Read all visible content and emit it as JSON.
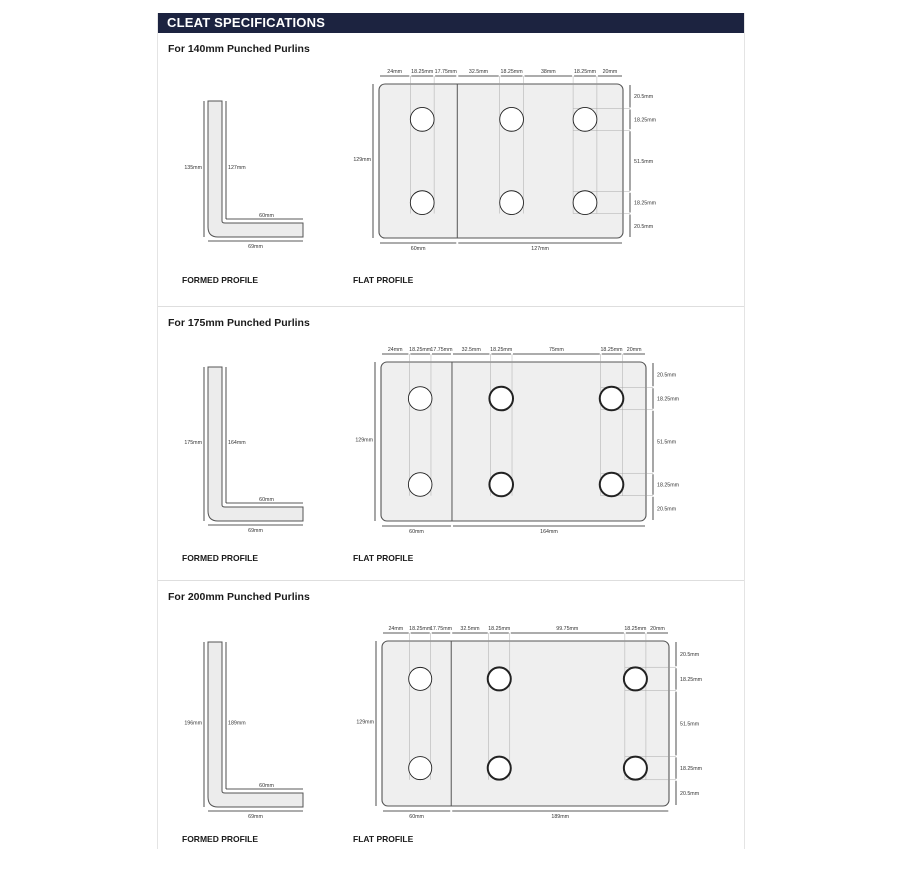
{
  "header": {
    "title": "CLEAT SPECIFICATIONS"
  },
  "sections": [
    {
      "title": "For 140mm Punched Purlins",
      "formed_caption": "FORMED PROFILE",
      "flat_caption": "FLAT PROFILE",
      "formed": {
        "outer_height": "135mm",
        "inner_height": "127mm",
        "inner_leg": "60mm",
        "outer_leg": "69mm"
      },
      "flat": {
        "height_label": "129mm",
        "top_dims": [
          {
            "label": "24mm",
            "mm": 24
          },
          {
            "label": "18.25mm",
            "mm": 18.25
          },
          {
            "label": "17.75mm",
            "mm": 17.75
          },
          {
            "label": "32.5mm",
            "mm": 32.5
          },
          {
            "label": "18.25mm",
            "mm": 18.25
          },
          {
            "label": "38mm",
            "mm": 38
          },
          {
            "label": "18.25mm",
            "mm": 18.25
          },
          {
            "label": "20mm",
            "mm": 20
          }
        ],
        "right_dims": [
          {
            "label": "20.5mm",
            "mm": 20.5
          },
          {
            "label": "18.25mm",
            "mm": 18.25
          },
          {
            "label": "51.5mm",
            "mm": 51.5
          },
          {
            "label": "18.25mm",
            "mm": 18.25
          },
          {
            "label": "20.5mm",
            "mm": 20.5
          }
        ],
        "bottom_dims": [
          {
            "label": "60mm",
            "mm": 60
          },
          {
            "label": "127mm",
            "mm": 127
          }
        ],
        "punched_holes": false
      }
    },
    {
      "title": "For 175mm Punched Purlins",
      "formed_caption": "FORMED PROFILE",
      "flat_caption": "FLAT PROFILE",
      "formed": {
        "outer_height": "175mm",
        "inner_height": "164mm",
        "inner_leg": "60mm",
        "outer_leg": "69mm"
      },
      "flat": {
        "height_label": "129mm",
        "top_dims": [
          {
            "label": "24mm",
            "mm": 24
          },
          {
            "label": "18.25mm",
            "mm": 18.25
          },
          {
            "label": "17.75mm",
            "mm": 17.75
          },
          {
            "label": "32.5mm",
            "mm": 32.5
          },
          {
            "label": "18.25mm",
            "mm": 18.25
          },
          {
            "label": "75mm",
            "mm": 75
          },
          {
            "label": "18.25mm",
            "mm": 18.25
          },
          {
            "label": "20mm",
            "mm": 20
          }
        ],
        "right_dims": [
          {
            "label": "20.5mm",
            "mm": 20.5
          },
          {
            "label": "18.25mm",
            "mm": 18.25
          },
          {
            "label": "51.5mm",
            "mm": 51.5
          },
          {
            "label": "18.25mm",
            "mm": 18.25
          },
          {
            "label": "20.5mm",
            "mm": 20.5
          }
        ],
        "bottom_dims": [
          {
            "label": "60mm",
            "mm": 60
          },
          {
            "label": "164mm",
            "mm": 164
          }
        ],
        "punched_holes": true
      }
    },
    {
      "title": "For 200mm Punched Purlins",
      "formed_caption": "FORMED PROFILE",
      "flat_caption": "FLAT PROFILE",
      "formed": {
        "outer_height": "196mm",
        "inner_height": "189mm",
        "inner_leg": "60mm",
        "outer_leg": "69mm"
      },
      "flat": {
        "height_label": "129mm",
        "top_dims": [
          {
            "label": "24mm",
            "mm": 24
          },
          {
            "label": "18.25mm",
            "mm": 18.25
          },
          {
            "label": "17.75mm",
            "mm": 17.75
          },
          {
            "label": "32.5mm",
            "mm": 32.5
          },
          {
            "label": "18.25mm",
            "mm": 18.25
          },
          {
            "label": "99.75mm",
            "mm": 99.75
          },
          {
            "label": "18.25mm",
            "mm": 18.25
          },
          {
            "label": "20mm",
            "mm": 20
          }
        ],
        "right_dims": [
          {
            "label": "20.5mm",
            "mm": 20.5
          },
          {
            "label": "18.25mm",
            "mm": 18.25
          },
          {
            "label": "51.5mm",
            "mm": 51.5
          },
          {
            "label": "18.25mm",
            "mm": 18.25
          },
          {
            "label": "20.5mm",
            "mm": 20.5
          }
        ],
        "bottom_dims": [
          {
            "label": "60mm",
            "mm": 60
          },
          {
            "label": "189mm",
            "mm": 189
          }
        ],
        "punched_holes": true
      }
    }
  ]
}
